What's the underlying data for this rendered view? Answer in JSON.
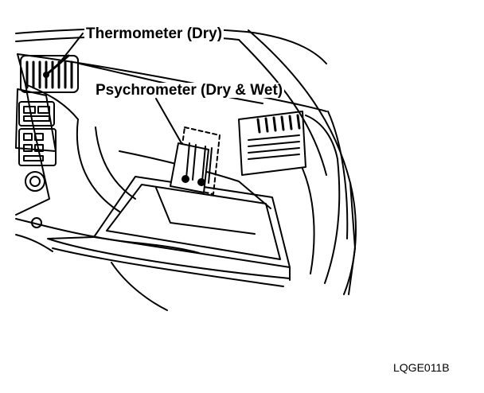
{
  "labels": {
    "thermometer": "Thermometer (Dry)",
    "psychrometer": "Psychrometer (Dry & Wet)"
  },
  "figure_id": "LQGE011B"
}
